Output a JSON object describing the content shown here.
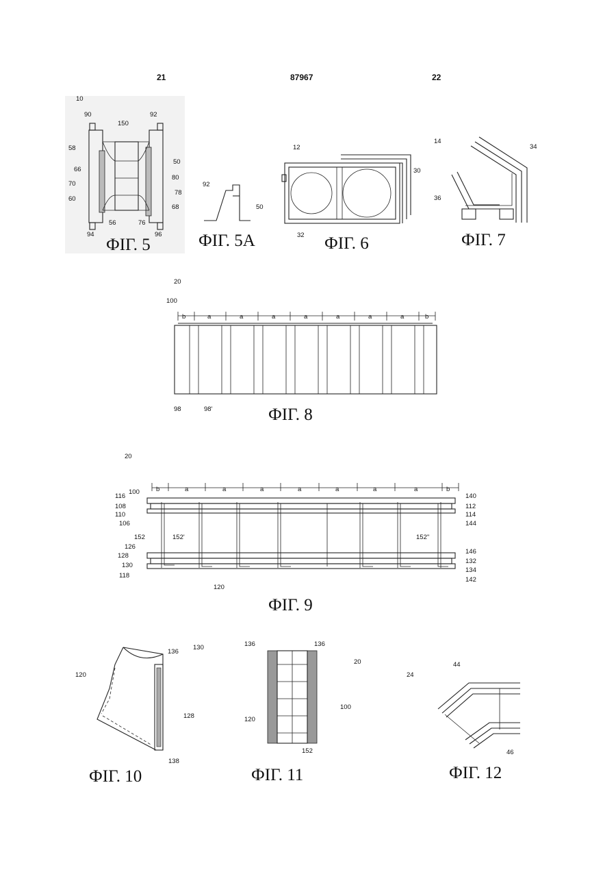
{
  "header": {
    "left_page": "21",
    "patent_number": "87967",
    "right_page": "22"
  },
  "figures": {
    "fig5": {
      "caption": "ФІГ. 5",
      "refs": [
        "10",
        "90",
        "92",
        "150",
        "58",
        "66",
        "70",
        "60",
        "94",
        "56",
        "76",
        "96",
        "50",
        "80",
        "78",
        "68"
      ]
    },
    "fig5a": {
      "caption": "ФІГ. 5А",
      "refs": [
        "92",
        "50"
      ]
    },
    "fig6": {
      "caption": "ФІГ. 6",
      "refs": [
        "12",
        "30",
        "32"
      ]
    },
    "fig7": {
      "caption": "ФІГ. 7",
      "refs": [
        "14",
        "34",
        "36"
      ]
    },
    "fig8": {
      "caption": "ФІГ. 8",
      "refs": [
        "20",
        "100",
        "98",
        "98'"
      ],
      "dims": [
        "b",
        "a",
        "a",
        "a",
        "a",
        "a",
        "a",
        "a",
        "b"
      ]
    },
    "fig9": {
      "caption": "ФІГ. 9",
      "refs": [
        "20",
        "116",
        "100",
        "108",
        "110",
        "106",
        "152",
        "152'",
        "126",
        "128",
        "130",
        "118",
        "120",
        "140",
        "112",
        "114",
        "144",
        "152''",
        "146",
        "132",
        "134",
        "142"
      ],
      "dims": [
        "b",
        "a",
        "a",
        "a",
        "a",
        "a",
        "a",
        "a",
        "b"
      ]
    },
    "fig10": {
      "caption": "ФІГ. 10",
      "refs": [
        "136",
        "130",
        "120",
        "128",
        "138"
      ]
    },
    "fig11": {
      "caption": "ФІГ. 11",
      "refs": [
        "136",
        "136",
        "20",
        "100",
        "120",
        "152"
      ]
    },
    "fig12": {
      "caption": "ФІГ. 12",
      "refs": [
        "24",
        "44",
        "46"
      ]
    }
  }
}
